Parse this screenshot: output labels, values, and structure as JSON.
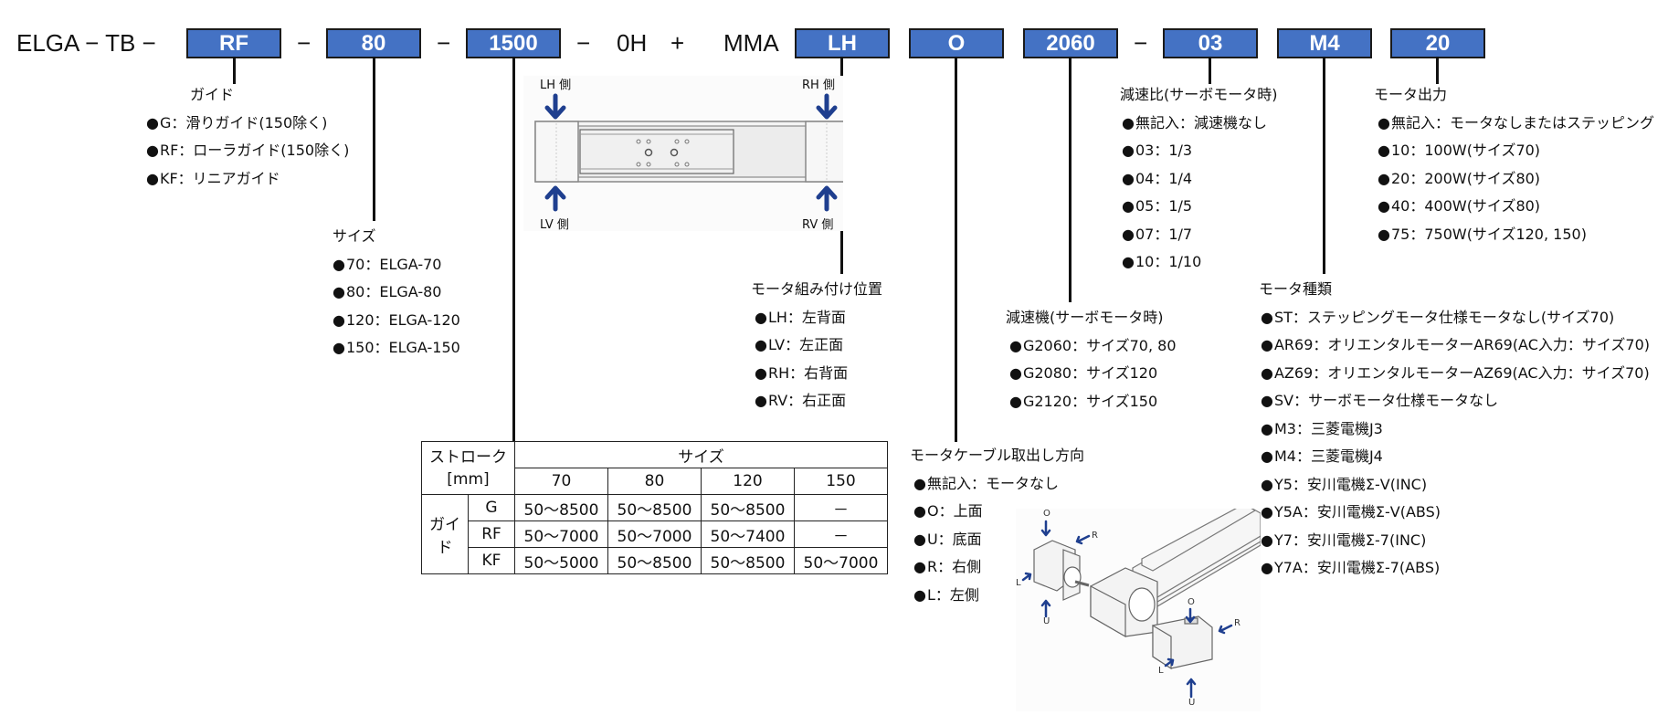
{
  "model_code": {
    "prefix": "ELGA − TB −",
    "sep": "−",
    "suffix_0h": "0H",
    "plus": "+",
    "mma": "MMA",
    "boxes": {
      "guide": "RF",
      "size": "80",
      "stroke": "1500",
      "mount": "LH",
      "cable": "O",
      "reducer": "2060",
      "ratio": "03",
      "motor_type": "M4",
      "output": "20"
    },
    "box_color": "#4472c4"
  },
  "guide": {
    "title": "ガイド",
    "items": [
      "G：滑りガイド(150除く)",
      "RF：ローラガイド(150除く)",
      "KF：リニアガイド"
    ]
  },
  "size": {
    "title": "サイズ",
    "items": [
      "70：ELGA-70",
      "80：ELGA-80",
      "120：ELGA-120",
      "150：ELGA-150"
    ]
  },
  "actuator_diagram": {
    "labels": {
      "lh": "LH 側",
      "rh": "RH 側",
      "lv": "LV 側",
      "rv": "RV 側"
    },
    "arrow_color": "#1f3f8f"
  },
  "mount": {
    "title": "モータ組み付け位置",
    "items": [
      "LH：左背面",
      "LV：左正面",
      "RH：右背面",
      "RV：右正面"
    ]
  },
  "reducer": {
    "title": "減速機(サーボモータ時)",
    "items": [
      "G2060：サイズ70, 80",
      "G2080：サイズ120",
      "G2120：サイズ150"
    ]
  },
  "ratio": {
    "title": "減速比(サーボモータ時)",
    "items": [
      "無記入：減速機なし",
      "03：1/3",
      "04：1/4",
      "05：1/5",
      "07：1/7",
      "10：1/10"
    ]
  },
  "output": {
    "title": "モータ出力",
    "items": [
      "無記入：モータなしまたはステッピング",
      "10：100W(サイズ70)",
      "20：200W(サイズ80)",
      "40：400W(サイズ80)",
      "75：750W(サイズ120, 150)"
    ]
  },
  "motor_type": {
    "title": "モータ種類",
    "items": [
      "ST：ステッピングモータ仕様モータなし(サイズ70)",
      "AR69：オリエンタルモーターAR69(AC入力：サイズ70)",
      "AZ69：オリエンタルモーターAZ69(AC入力：サイズ70)",
      "SV：サーボモータ仕様モータなし",
      "M3：三菱電機J3",
      "M4：三菱電機J4",
      "Y5：安川電機Σ-V(INC)",
      "Y5A：安川電機Σ-V(ABS)",
      "Y7：安川電機Σ-7(INC)",
      "Y7A：安川電機Σ-7(ABS)"
    ]
  },
  "cable": {
    "title": "モータケーブル取出し方向",
    "items": [
      "無記入：モータなし",
      "O：上面",
      "U：底面",
      "R：右側",
      "L：左側"
    ]
  },
  "motor_diagram": {
    "labels": {
      "o": "O",
      "r": "R",
      "l": "L",
      "u": "U"
    }
  },
  "stroke_table": {
    "corner_line1": "ストローク",
    "corner_line2": "[mm]",
    "size_header": "サイズ",
    "guide_header": "ガイド",
    "sizes": [
      "70",
      "80",
      "120",
      "150"
    ],
    "rows": [
      {
        "guide": "G",
        "values": [
          "50～8500",
          "50～8500",
          "50～8500",
          "－"
        ]
      },
      {
        "guide": "RF",
        "values": [
          "50～7000",
          "50～7000",
          "50～7400",
          "－"
        ]
      },
      {
        "guide": "KF",
        "values": [
          "50～5000",
          "50～8500",
          "50～8500",
          "50～7000"
        ]
      }
    ]
  }
}
